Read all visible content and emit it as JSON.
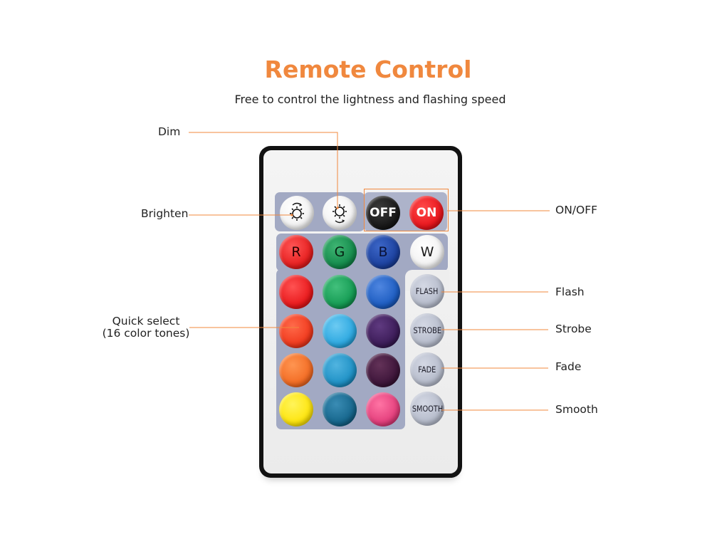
{
  "header": {
    "title": "Remote Control",
    "subtitle": "Free to control the lightness and flashing speed"
  },
  "labels": {
    "dim": "Dim",
    "brighten": "Brighten",
    "on_off": "ON/OFF",
    "quick_select_line1": "Quick select",
    "quick_select_line2": "(16 color tones)",
    "flash": "Flash",
    "strobe": "Strobe",
    "fade": "Fade",
    "smooth": "Smooth"
  },
  "remote": {
    "off_label": "OFF",
    "on_label": "ON",
    "rgbw": [
      "R",
      "G",
      "B",
      "W"
    ],
    "modes": [
      "FLASH",
      "STROBE",
      "FADE",
      "SMOOTH"
    ],
    "color_rows": [
      [
        "#e51d1d",
        "#12894a",
        "#1a3f9c"
      ],
      [
        "#e8171a",
        "#139a52",
        "#1b5bc0"
      ],
      [
        "#f0381c",
        "#29a6df",
        "#3b1b57"
      ],
      [
        "#f26a22",
        "#1c8fc4",
        "#3c1439"
      ],
      [
        "#fde40a",
        "#14648a",
        "#e23c7a"
      ]
    ]
  },
  "colors": {
    "accent": "#f0883e",
    "panel": "#a2a9c3",
    "leader_line": "#f0883e",
    "off_button": "#151515",
    "on_button": "#e8141b"
  }
}
